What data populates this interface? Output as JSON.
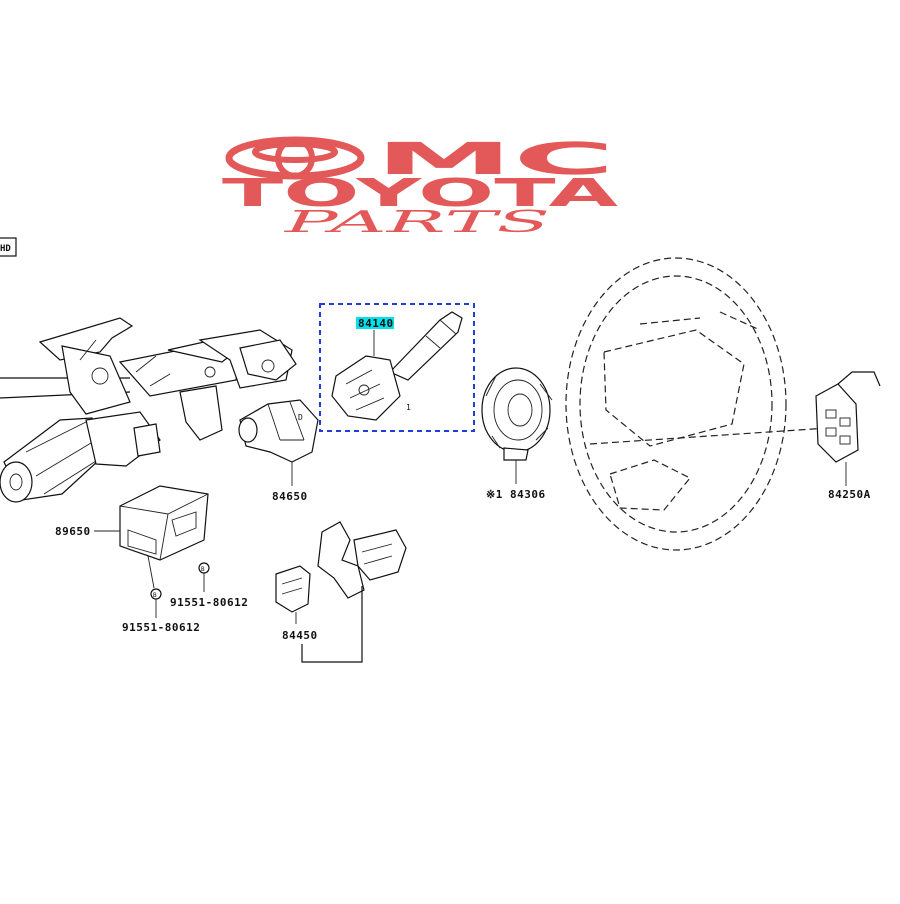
{
  "watermark": {
    "brand": "MC",
    "line2": "TOYOTA",
    "line3": "PARTS",
    "color": "#e35858"
  },
  "side_tag": "HD",
  "highlight": {
    "box_color": "#1f3fd8",
    "label_bg": "#00e1ea"
  },
  "parts": {
    "turn_signal_switch": "84140",
    "ignition_switch": "84650",
    "spiral_cable": "※1 84306",
    "steering_pad_switch": "84250A",
    "control_module": "89650",
    "bolt_a": "91551-80612",
    "bolt_b": "91551-80612",
    "wiper_switch": "84450"
  },
  "misc_marks": {
    "mark_1": "1",
    "mark_d": "D",
    "mark_b1": "B",
    "mark_b2": "B"
  }
}
